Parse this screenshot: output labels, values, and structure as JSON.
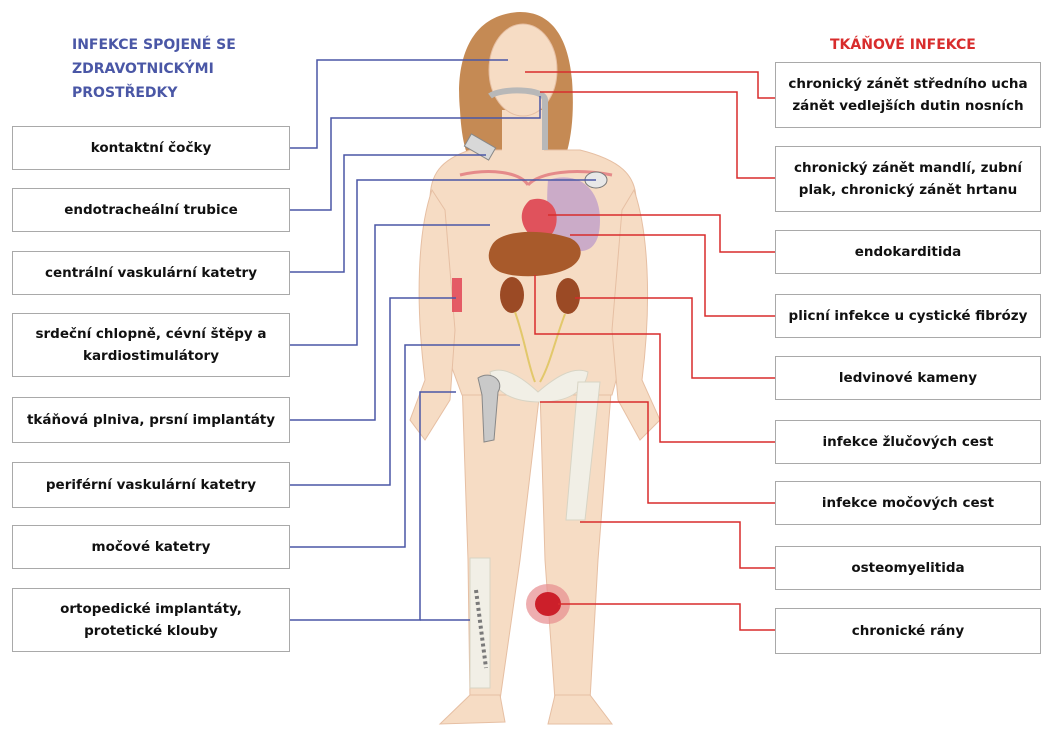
{
  "colors": {
    "left_title": "#4a57a6",
    "right_title": "#d82c2c",
    "left_line": "#4a57a6",
    "right_line": "#d82c2c",
    "skin": "#f6dcc4",
    "hair": "#c58a54",
    "bone": "#f1efe6",
    "liver": "#a85a2b",
    "lung": "#c6a5c9",
    "wound": "#cc1f2a"
  },
  "left_title": "INFEKCE SPOJENÉ SE\nZDRAVOTNICKÝMI\nPROSTŘEDKY",
  "right_title": "TKÁŇOVÉ INFEKCE",
  "left_items": [
    "kontaktní čočky",
    "endotracheální trubice",
    "centrální vaskulární katetry",
    "srdeční chlopně, cévní štěpy a\n kardiostimulátory",
    "tkáňová plniva, prsní implantáty",
    "periférní vaskulární katetry",
    "močové katetry",
    "ortopedické implantáty,\nprotetické klouby"
  ],
  "right_items": [
    "chronický zánět středního ucha\nzánět vedlejších dutin nosních",
    "chronický zánět mandlí, zubní\nplak, chronický zánět hrtanu",
    "endokarditida",
    "plicní infekce u cystické fibrózy",
    "ledvinové kameny",
    "infekce žlučových cest",
    "infekce močových cest",
    "osteomyelitida",
    "chronické rány"
  ]
}
